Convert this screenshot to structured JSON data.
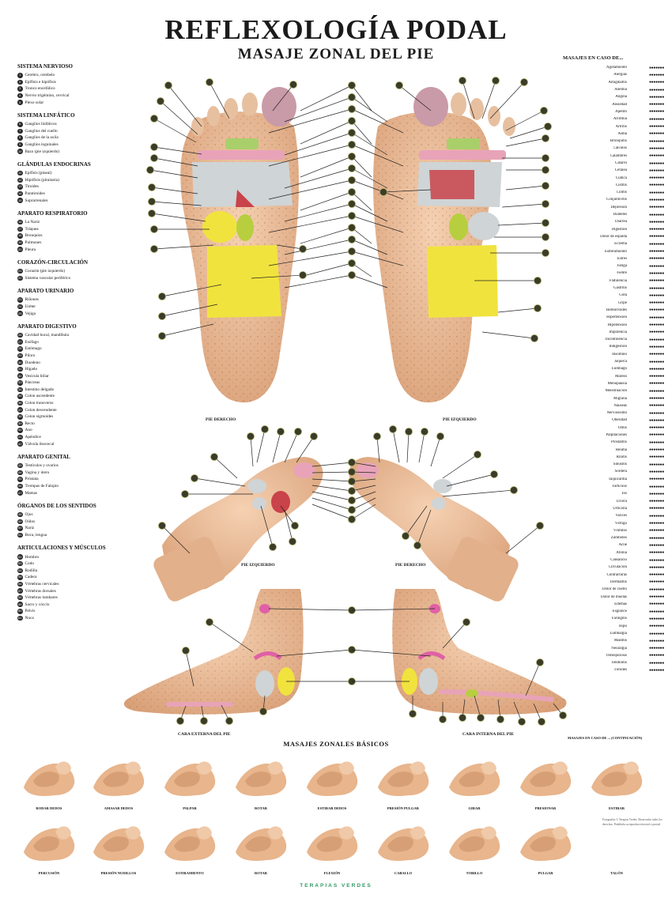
{
  "title": "REFLEXOLOGÍA PODAL",
  "subtitle": "MASAJE ZONAL DEL PIE",
  "legend_left": [
    {
      "heading": "SISTEMA NERVIOSO",
      "items": [
        "Cerebro, cerebelo",
        "Epífisis e hipófisis",
        "Tronco encefálico",
        "Nervio trigémino, cervical",
        "Plexo solar"
      ]
    },
    {
      "heading": "SISTEMA LINFÁTICO",
      "items": [
        "Ganglios linfáticos",
        "Ganglios del cuello",
        "Ganglios de la axila",
        "Ganglios inguinales",
        "Bazo (pie izquierdo)"
      ]
    },
    {
      "heading": "GLÁNDULAS ENDOCRINAS",
      "items": [
        "Epífisis (pineal)",
        "Hipófisis (pituitaria)",
        "Tiroides",
        "Paratiroides",
        "Suprarrenales"
      ]
    },
    {
      "heading": "APARATO RESPIRATORIO",
      "items": [
        "La Nariz",
        "Tráquea",
        "Bronquios",
        "Pulmones",
        "Pleura"
      ]
    },
    {
      "heading": "CORAZÓN-CIRCULACIÓN",
      "items": [
        "Corazón (pie izquierdo)",
        "Sistema vascular periférico"
      ]
    },
    {
      "heading": "APARATO URINARIO",
      "items": [
        "Riñones",
        "Uréter",
        "Vejiga"
      ]
    },
    {
      "heading": "APARATO DIGESTIVO",
      "items": [
        "Cavidad bucal, mandíbula",
        "Esófago",
        "Estómago",
        "Píloro",
        "Duodeno",
        "Hígado",
        "Vesícula biliar",
        "Páncreas",
        "Intestino delgado",
        "Colon ascendente",
        "Colon transverso",
        "Colon descendente",
        "Colon sigmoides",
        "Recto",
        "Ano",
        "Apéndice",
        "Válvula ileocecal"
      ]
    },
    {
      "heading": "APARATO GENITAL",
      "items": [
        "Testículos y ovarios",
        "Vagina y útero",
        "Próstata",
        "Trompas de Falopio",
        "Mamas"
      ]
    },
    {
      "heading": "ÓRGANOS DE LOS SENTIDOS",
      "items": [
        "Ojos",
        "Oídos",
        "Nariz",
        "Boca, lengua"
      ]
    },
    {
      "heading": "ARTICULACIONES Y MÚSCULOS",
      "items": [
        "Hombro",
        "Codo",
        "Rodilla",
        "Cadera",
        "Vértebras cervicales",
        "Vértebras dorsales",
        "Vértebras lumbares",
        "Sacro y cóccix",
        "Pelvis",
        "Nuca"
      ]
    }
  ],
  "legend_right": {
    "heading": "MASAJES EN CASO DE...",
    "items": [
      "Agotamiento",
      "Alergias",
      "Amigdalitis",
      "Anemia",
      "Angina",
      "Ansiedad",
      "Apetito",
      "Arritmia",
      "Artritis",
      "Asma",
      "Bronquitis",
      "Cálculos",
      "Calambres",
      "Catarro",
      "Cefalea",
      "Ciática",
      "Cistitis",
      "Colitis",
      "Conjuntivitis",
      "Depresión",
      "Diabetes",
      "Diarrea",
      "Digestión",
      "Dolor de espalda",
      "Eczema",
      "Estreñimiento",
      "Estrés",
      "Fatiga",
      "Fiebre",
      "Flatulencia",
      "Gastritis",
      "Gota",
      "Gripe",
      "Hemorroides",
      "Hipertensión",
      "Hipotensión",
      "Impotencia",
      "Incontinencia",
      "Indigestión",
      "Insomnio",
      "Jaqueca",
      "Lumbago",
      "Mareos",
      "Menopausia",
      "Menstruación",
      "Migraña",
      "Náuseas",
      "Nerviosismo",
      "Obesidad",
      "Otitis",
      "Palpitaciones",
      "Prostatitis",
      "Reuma",
      "Rinitis",
      "Sinusitis",
      "Sordera",
      "Taquicardia",
      "Tortícolis",
      "Tos",
      "Úlcera",
      "Urticaria",
      "Varices",
      "Vértigo",
      "Vómitos",
      "Zumbidos",
      "Acné",
      "Afonía",
      "Cansancio",
      "Circulación",
      "Contracturas",
      "Dermatitis",
      "Dolor de cuello",
      "Dolor de muelas",
      "Edemas",
      "Esguince",
      "Faringitis",
      "Hipo",
      "Lumbalgia",
      "Mastitis",
      "Neuralgia",
      "Osteoporosis",
      "Tendinitis",
      "Tiroides"
    ],
    "footer": "MASAJES EN CASO DE ... (CONTINUACIÓN)"
  },
  "captions": {
    "pie_derecho_top": "PIE DERECHO",
    "pie_izquierdo_top": "PIE IZQUIERDO",
    "pie_izquierdo_bottom": "PIE IZQUIERDO",
    "pie_derecho_bottom": "PIE DERECHO",
    "cara_externa": "CARA EXTERNA DEL PIE",
    "cara_interna": "CARA INTERNA DEL PIE"
  },
  "massage_title": "MASAJES ZONALES BÁSICOS",
  "massages": [
    "RODAR DEDOS",
    "AMASAR DEDOS",
    "PALPAR",
    "ROTAR",
    "ESTIRAR DEDOS",
    "PRESIÓN PULGAR",
    "GIRAR",
    "PRESIONAR",
    "ESTIRAR",
    "PERCUSIÓN",
    "PRESIÓN NUDILLOS",
    "ESTIRAMIENTO",
    "ROTAR",
    "FLEXIÓN",
    "CABALLO",
    "TOBILLO",
    "PULGAR",
    "TALÓN"
  ],
  "brand": "TERAPIAS VERDES",
  "credits": "Fotografías © Terapias Verdes. Reservados todos los derechos. Prohibida su reproducción total o parcial.",
  "colors": {
    "skin": "#e9b98f",
    "zone_yellow": "#f1e33d",
    "zone_grey": "#cfd4d6",
    "zone_pink": "#e8a3b8",
    "zone_green": "#a9cf6a",
    "zone_red": "#c9434a",
    "brand": "#2e9a64"
  }
}
